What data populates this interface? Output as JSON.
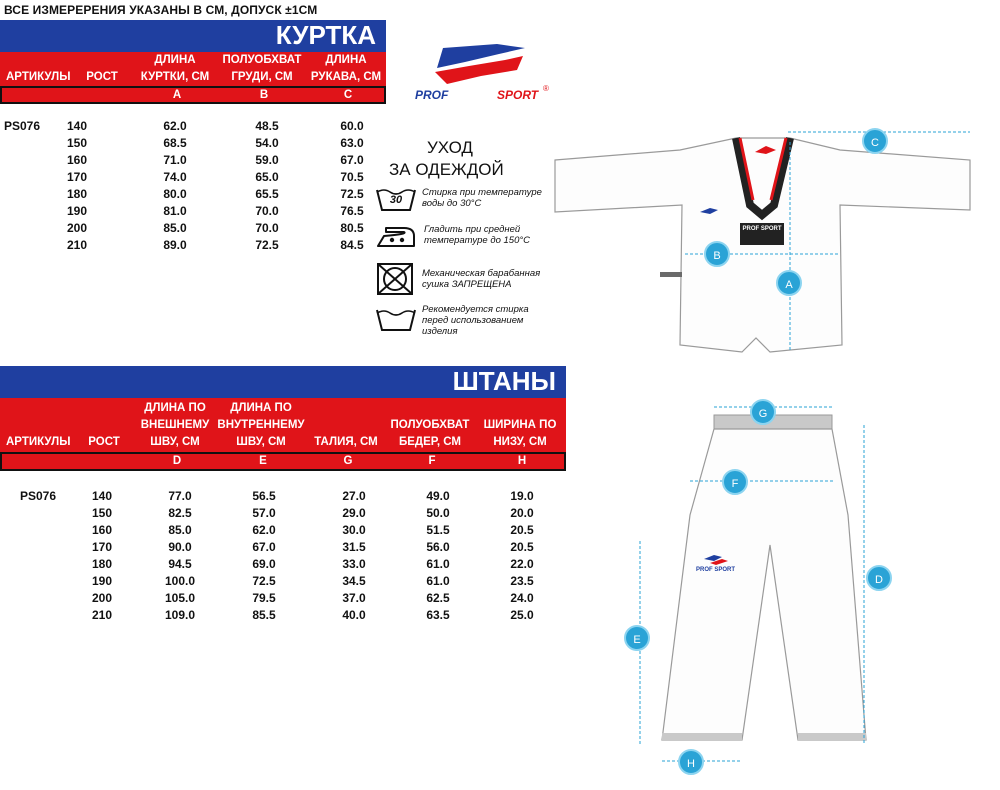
{
  "note": "ВСЕ ИЗМЕРЕРЕНИЯ УКАЗАНЫ В СМ, ДОПУСК  ±1СМ",
  "jacket": {
    "title": "КУРТКА",
    "headers": {
      "article": "АРТИКУЛЫ",
      "height": "РОСТ",
      "a": [
        "ДЛИНА",
        "КУРТКИ, СМ"
      ],
      "b": [
        "ПОЛУОБХВАТ",
        "ГРУДИ, СМ"
      ],
      "c": [
        "ДЛИНА",
        "РУКАВА, СМ"
      ]
    },
    "letters": [
      "A",
      "B",
      "C"
    ],
    "article": "PS076",
    "rows": [
      [
        "140",
        "62.0",
        "48.5",
        "60.0"
      ],
      [
        "150",
        "68.5",
        "54.0",
        "63.0"
      ],
      [
        "160",
        "71.0",
        "59.0",
        "67.0"
      ],
      [
        "170",
        "74.0",
        "65.0",
        "70.5"
      ],
      [
        "180",
        "80.0",
        "65.5",
        "72.5"
      ],
      [
        "190",
        "81.0",
        "70.0",
        "76.5"
      ],
      [
        "200",
        "85.0",
        "70.0",
        "80.5"
      ],
      [
        "210",
        "89.0",
        "72.5",
        "84.5"
      ]
    ]
  },
  "pants": {
    "title": "ШТАНЫ",
    "headers": {
      "article": "АРТИКУЛЫ",
      "height": "РОСТ",
      "d": [
        "ДЛИНА ПО",
        "ВНЕШНЕМУ",
        "ШВУ, СМ"
      ],
      "e": [
        "ДЛИНА  ПО",
        "ВНУТРЕННЕМУ",
        "ШВУ, СМ"
      ],
      "g": [
        "ТАЛИЯ, СМ"
      ],
      "f": [
        "ПОЛУОБХВАТ",
        "БЕДЕР, СМ"
      ],
      "h": [
        "ШИРИНА ПО",
        "НИЗУ, СМ"
      ]
    },
    "letters": [
      "D",
      "E",
      "G",
      "F",
      "H"
    ],
    "article": "PS076",
    "rows": [
      [
        "140",
        "77.0",
        "56.5",
        "27.0",
        "49.0",
        "19.0"
      ],
      [
        "150",
        "82.5",
        "57.0",
        "29.0",
        "50.0",
        "20.0"
      ],
      [
        "160",
        "85.0",
        "62.0",
        "30.0",
        "51.5",
        "20.5"
      ],
      [
        "170",
        "90.0",
        "67.0",
        "31.5",
        "56.0",
        "20.5"
      ],
      [
        "180",
        "94.5",
        "69.0",
        "33.0",
        "61.0",
        "22.0"
      ],
      [
        "190",
        "100.0",
        "72.5",
        "34.5",
        "61.0",
        "23.5"
      ],
      [
        "200",
        "105.0",
        "79.5",
        "37.0",
        "62.5",
        "24.0"
      ],
      [
        "210",
        "109.0",
        "85.5",
        "40.0",
        "63.5",
        "25.0"
      ]
    ]
  },
  "brand": {
    "left": "PROF",
    "right": "SPORT",
    "mark": "®",
    "label": "PROF SPORT"
  },
  "care": {
    "title": [
      "УХОД",
      "ЗА ОДЕЖДОЙ"
    ],
    "wash_temp": "30",
    "items": [
      {
        "icon": "wash-30-icon",
        "text": [
          "Стирка при температуре",
          "воды до 30°С"
        ]
      },
      {
        "icon": "iron-medium-icon",
        "text": [
          "Гладить при средней",
          "температуре до 150°С"
        ]
      },
      {
        "icon": "no-tumble-dry-icon",
        "text": [
          "Механическая барабанная",
          "сушка ЗАПРЕЩЕНА"
        ]
      },
      {
        "icon": "prewash-icon",
        "text": [
          "Рекомендуется стирка",
          "перед использованием",
          "изделия"
        ]
      }
    ]
  },
  "diagram_labels": {
    "a": "A",
    "b": "B",
    "c": "C",
    "d": "D",
    "e": "E",
    "f": "F",
    "g": "G",
    "h": "H"
  },
  "colors": {
    "blue": "#1f3fa0",
    "red": "#e01419",
    "measure": "#2aa3d6"
  }
}
